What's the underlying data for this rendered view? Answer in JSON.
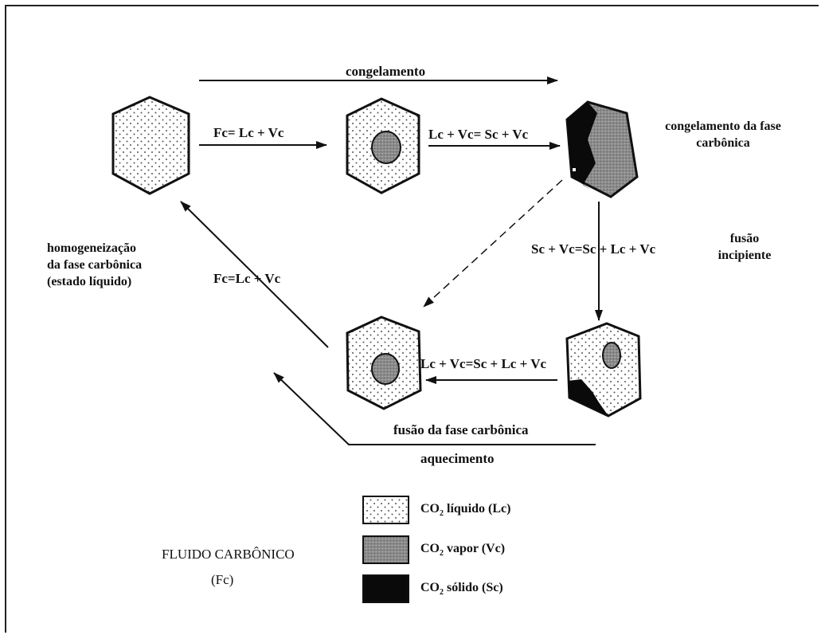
{
  "top_arrow_label": "congelamento",
  "eq_1": "Fc= Lc + Vc",
  "eq_2": "Lc + Vc= Sc + Vc",
  "eq_3": "Sc + Vc=Sc + Lc + Vc",
  "eq_4": "Lc + Vc=Sc + Lc + Vc",
  "eq_5": "Fc=Lc + Vc",
  "note_freezing": [
    "congelamento da fase",
    "carbônica"
  ],
  "note_incipient": [
    "fusão",
    "incipiente"
  ],
  "note_homog": [
    "homogeneização",
    "da fase carbônica",
    "(estado líquido)"
  ],
  "note_melting": "fusão da fase carbônica",
  "bottom_arrow_label": "aquecimento",
  "legend": {
    "title": [
      "FLUIDO CARBÔNICO",
      "(Fc)"
    ],
    "items": [
      {
        "prefix": "CO",
        "sub": "2",
        "text": " líquido (Lc)",
        "pattern": "liquid"
      },
      {
        "prefix": "CO",
        "sub": "2",
        "text": " vapor (Vc)",
        "pattern": "vapor"
      },
      {
        "prefix": "CO",
        "sub": "2",
        "text": " sólido (Sc)",
        "pattern": "solid"
      }
    ]
  },
  "colors": {
    "line": "#111111",
    "vapor": "#888888",
    "solid": "#0a0a0a",
    "liquid_dot": "#555555"
  }
}
